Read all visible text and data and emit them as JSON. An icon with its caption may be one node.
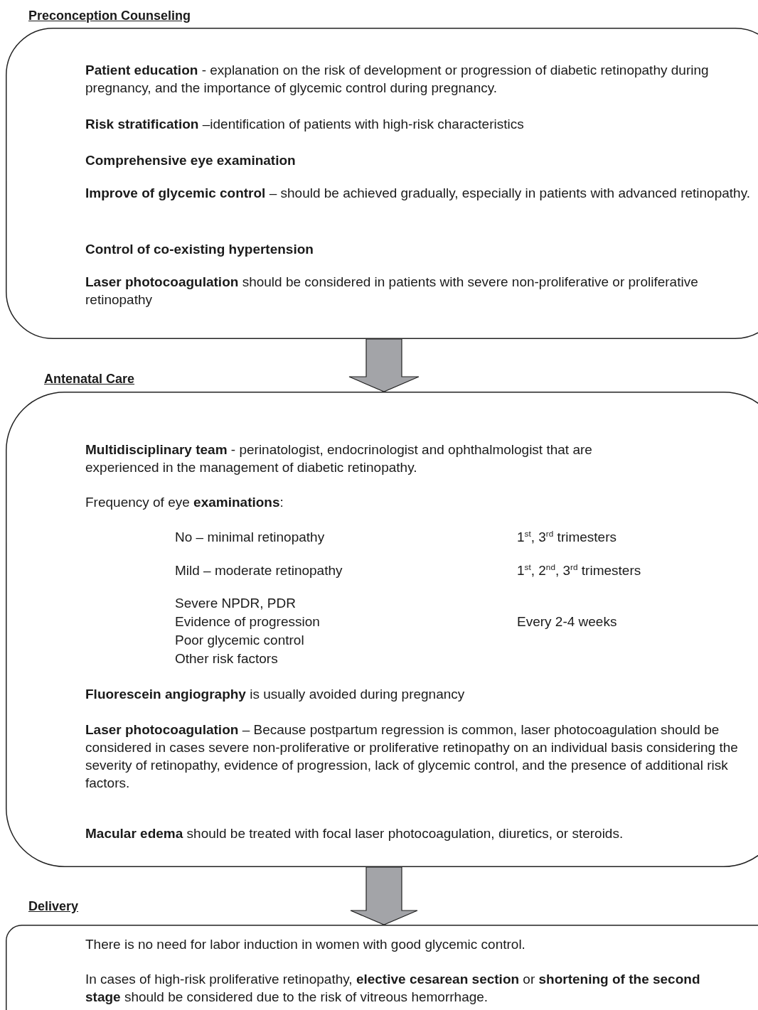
{
  "diagram": {
    "nodes": [
      {
        "text": [
          "Preconception Counseling",
          "**Patient education** - explanation on the risk of development or progression of diabetic retinopathy during pregnancy, and the importance of glycemic control during pregnancy.",
          "**Risk stratification** –identification of patients with high-risk characteristics",
          "Comprehensive eye examination",
          "**Improve of glycemic control** – should be achieved gradually, especially in patients with advanced retinopathy.",
          "Control of co-existing hypertension",
          "**Laser photocoagulation** should be considered in patients with severe non-proliferative or proliferative retinopathy"
        ]
      },
      {
        "text": [
          "Antenatal Care",
          "**Multidisciplinary team** - perinatologist, endocrinologist and ophthalmologist that are experienced in the management of diabetic retinopathy.",
          "Frequency of eye **examinations**:",
          "No – minimal retinopathy",
          "1$^{st}$, 3$^{rd}$ trimesters",
          "Mild – moderate retinopathy",
          "1$^{st}$, 2$^{nd}$, 3$^{rd}$ trimesters",
          "Severe NPDR, PDR",
          "Evidence of progression",
          "Poor glycemic control",
          "Other risk factors",
          "Every 2-4 weeks",
          "**Fluorescein angiography** is usually avoided during pregnancy",
          "**Laser photocoagulation** – Because postpartum regression is common, laser photocoagulation should be considered in cases severe non-proliferative or proliferative retinopathy on an individual basis considering the severity of retinopathy, evidence of progression, lack of glycemic control, and the presence of additional risk factors.",
          "**Macular edema** should be treated with focal laser photocoagulation, diuretics, or steroids."
        ]
      },
      {
        "text": [
          "Delivery",
          "There is no need for labor induction in women with good glycemic control.",
          "In cases of high-risk proliferative retinopathy, **elective cesarean section** or **shortening of the second stage** should be considered due to the risk of vitreous hemorrhage."
        ]
      }
    ],
    "edges": [
      {
        "from": 0,
        "to": 1,
        "arrow": "to"
      },
      {
        "from": 1,
        "to": 2,
        "arrow": "to"
      }
    ]
  }
}
